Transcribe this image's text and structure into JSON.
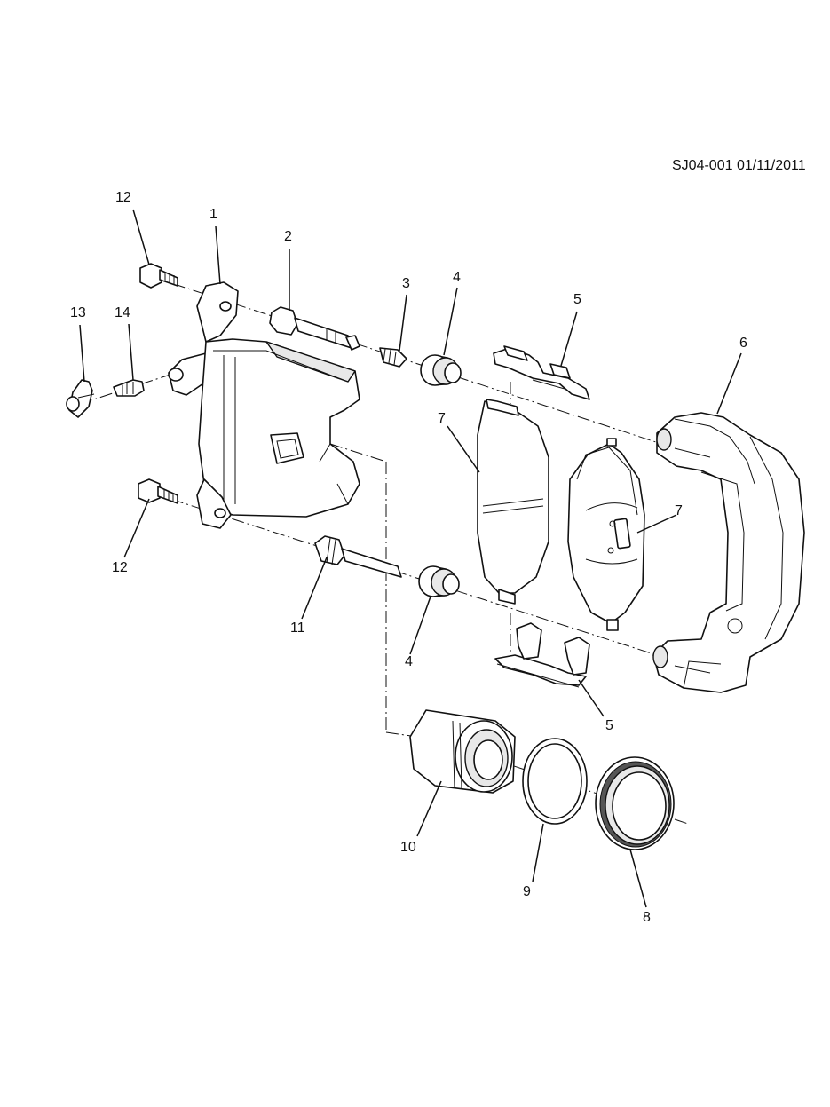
{
  "diagram_id": "SJ04-001 01/11/2011",
  "callouts": [
    {
      "id": "c12a",
      "text": "12"
    },
    {
      "id": "c1",
      "text": "1"
    },
    {
      "id": "c2",
      "text": "2"
    },
    {
      "id": "c3",
      "text": "3"
    },
    {
      "id": "c4a",
      "text": "4"
    },
    {
      "id": "c5a",
      "text": "5"
    },
    {
      "id": "c6",
      "text": "6"
    },
    {
      "id": "c13",
      "text": "13"
    },
    {
      "id": "c14",
      "text": "14"
    },
    {
      "id": "c7a",
      "text": "7"
    },
    {
      "id": "c7b",
      "text": "7"
    },
    {
      "id": "c12b",
      "text": "12"
    },
    {
      "id": "c11",
      "text": "11"
    },
    {
      "id": "c4b",
      "text": "4"
    },
    {
      "id": "c5b",
      "text": "5"
    },
    {
      "id": "c10",
      "text": "10"
    },
    {
      "id": "c9",
      "text": "9"
    },
    {
      "id": "c8",
      "text": "8"
    }
  ]
}
